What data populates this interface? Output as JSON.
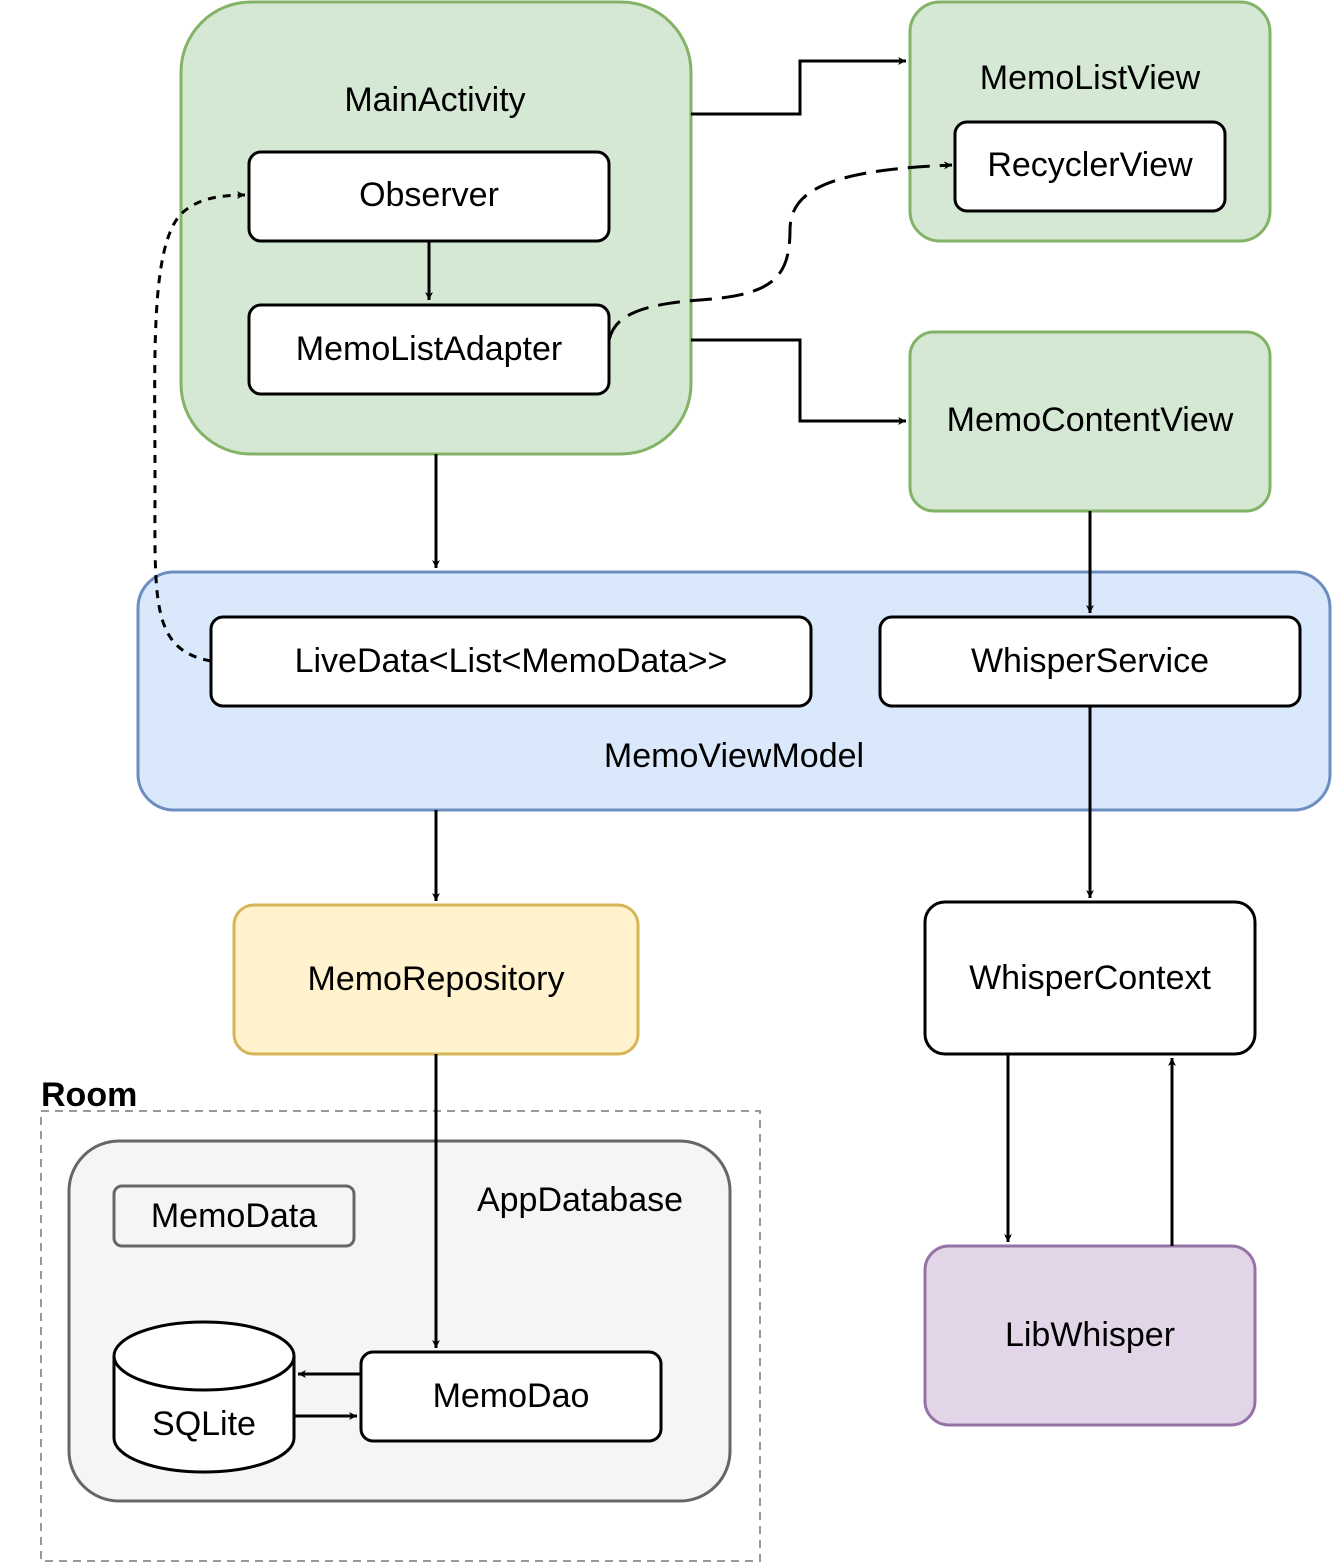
{
  "colors": {
    "green_fill": "#d5e8d4",
    "green_stroke": "#82b366",
    "blue_fill": "#dae8fc",
    "blue_stroke": "#6c8ebf",
    "yellow_fill": "#fff2cc",
    "yellow_stroke": "#d6b656",
    "purple_fill": "#e1d5e7",
    "purple_stroke": "#9673a6",
    "gray_fill": "#f5f5f5",
    "gray_stroke": "#666666",
    "room_border": "#999999",
    "line": "#000000"
  },
  "nodes": {
    "main_activity": "MainActivity",
    "observer": "Observer",
    "memo_list_adapter": "MemoListAdapter",
    "memo_list_view": "MemoListView",
    "recycler_view": "RecyclerView",
    "memo_content_view": "MemoContentView",
    "live_data": "LiveData<List<MemoData>>",
    "whisper_service": "WhisperService",
    "memo_view_model": "MemoViewModel",
    "memo_repository": "MemoRepository",
    "whisper_context": "WhisperContext",
    "room": "Room",
    "app_database": "AppDatabase",
    "memo_data": "MemoData",
    "sqlite": "SQLite",
    "memo_dao": "MemoDao",
    "lib_whisper": "LibWhisper"
  },
  "edges": [
    {
      "from": "MainActivity",
      "to": "MemoListView",
      "style": "solid"
    },
    {
      "from": "MainActivity",
      "to": "MemoContentView",
      "style": "solid"
    },
    {
      "from": "Observer",
      "to": "MemoListAdapter",
      "style": "solid"
    },
    {
      "from": "MemoListAdapter",
      "to": "RecyclerView",
      "style": "dashed"
    },
    {
      "from": "LiveData<List<MemoData>>",
      "to": "Observer",
      "style": "dotted"
    },
    {
      "from": "MainActivity",
      "to": "MemoViewModel",
      "style": "solid"
    },
    {
      "from": "MemoContentView",
      "to": "WhisperService",
      "style": "solid"
    },
    {
      "from": "WhisperService",
      "to": "WhisperContext",
      "style": "solid"
    },
    {
      "from": "MemoViewModel",
      "to": "MemoRepository",
      "style": "solid"
    },
    {
      "from": "MemoRepository",
      "to": "MemoDao",
      "style": "solid"
    },
    {
      "from": "MemoDao",
      "to": "SQLite",
      "style": "solid"
    },
    {
      "from": "SQLite",
      "to": "MemoDao",
      "style": "solid"
    },
    {
      "from": "WhisperContext",
      "to": "LibWhisper",
      "style": "solid"
    },
    {
      "from": "LibWhisper",
      "to": "WhisperContext",
      "style": "solid"
    }
  ]
}
